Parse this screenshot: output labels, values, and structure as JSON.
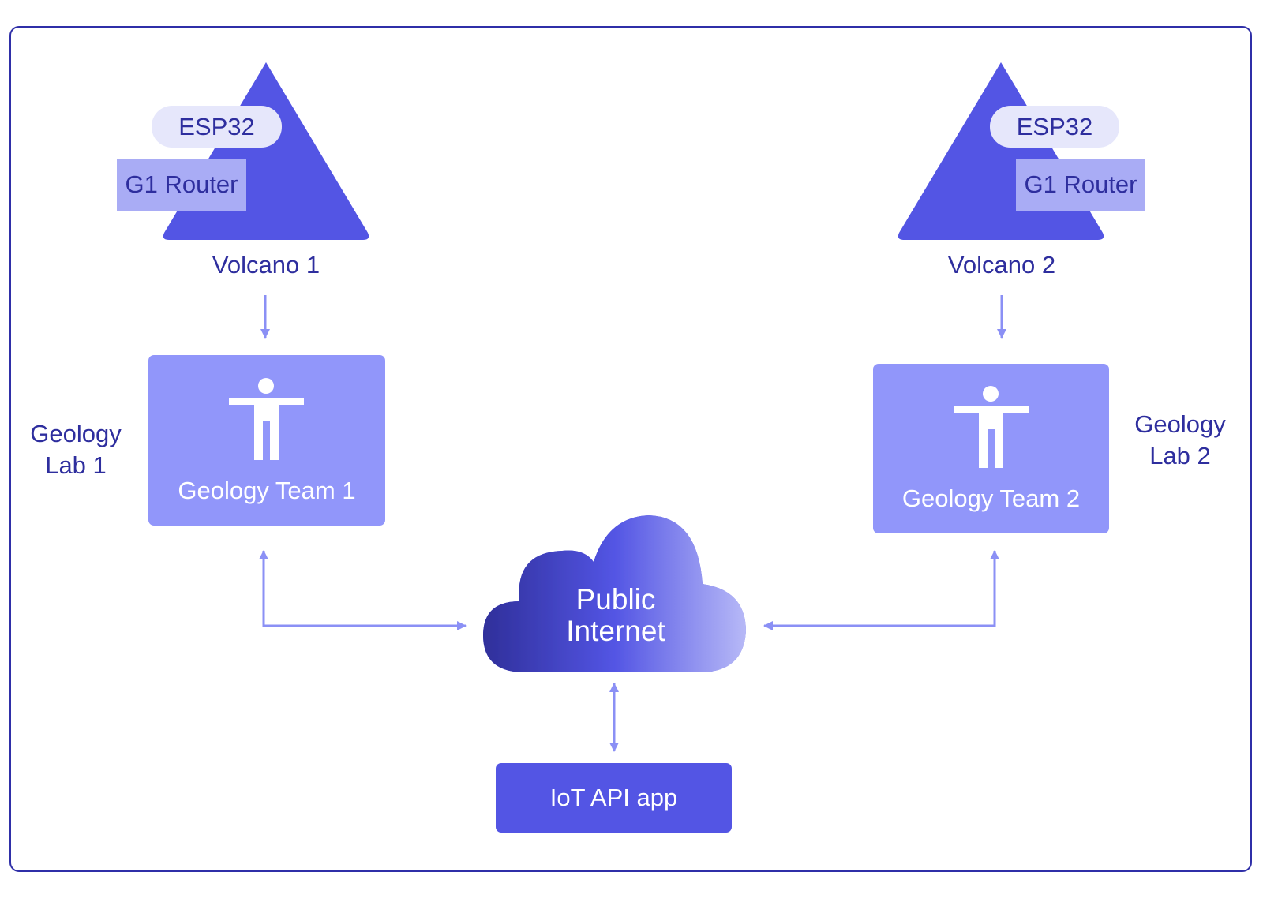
{
  "volcano_left": {
    "esp": "ESP32",
    "router": "G1 Router",
    "name": "Volcano 1"
  },
  "volcano_right": {
    "esp": "ESP32",
    "router": "G1 Router",
    "name": "Volcano 2"
  },
  "team_left": {
    "label": "Geology Team 1"
  },
  "team_right": {
    "label": "Geology Team 2"
  },
  "lab_left": {
    "line1": "Geology",
    "line2": "Lab 1"
  },
  "lab_right": {
    "line1": "Geology",
    "line2": "Lab 2"
  },
  "cloud": {
    "line1": "Public",
    "line2": "Internet"
  },
  "api": {
    "label": "IoT API app"
  },
  "colors": {
    "dark_blue": "#2e2e9e",
    "volcano": "#5355e4",
    "team_box": "#9196fa",
    "pill": "#e6e7fb",
    "router": "#a9acf5",
    "arrow": "#8b90f5"
  }
}
